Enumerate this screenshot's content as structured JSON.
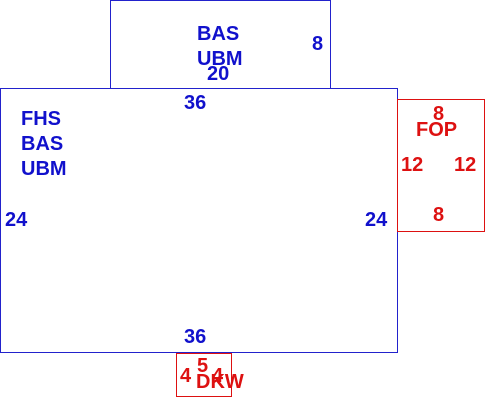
{
  "upper_block": {
    "codes": [
      "BAS",
      "UBM"
    ],
    "dim_right": "8",
    "dim_bottom": "20"
  },
  "main_block": {
    "codes": [
      "FHS",
      "BAS",
      "UBM"
    ],
    "dim_top": "36",
    "dim_bottom": "36",
    "dim_left": "24",
    "dim_right": "24"
  },
  "right_block": {
    "code": "FOP",
    "dim_top": "8",
    "dim_bottom": "8",
    "dim_left": "12",
    "dim_right": "12"
  },
  "bottom_block": {
    "code": "DKW",
    "dim_top": "5",
    "dim_left": "4",
    "dim_right": "4"
  },
  "colors": {
    "primary_outline": "#2222cc",
    "secondary_outline": "#dd1111"
  }
}
